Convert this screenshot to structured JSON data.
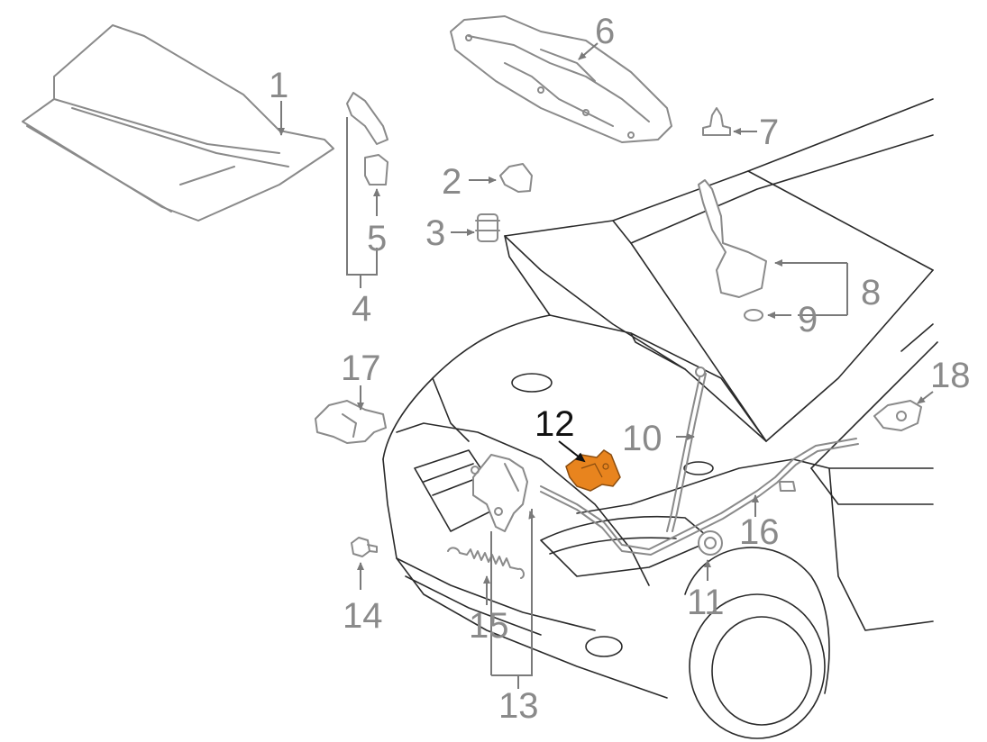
{
  "diagram": {
    "highlight_color": "#e8841e",
    "callouts": {
      "c1": "1",
      "c2": "2",
      "c3": "3",
      "c4": "4",
      "c5": "5",
      "c6": "6",
      "c7": "7",
      "c8": "8",
      "c9": "9",
      "c10": "10",
      "c11": "11",
      "c12": "12",
      "c13": "13",
      "c14": "14",
      "c15": "15",
      "c16": "16",
      "c17": "17",
      "c18": "18"
    },
    "highlighted_callout": "12"
  }
}
